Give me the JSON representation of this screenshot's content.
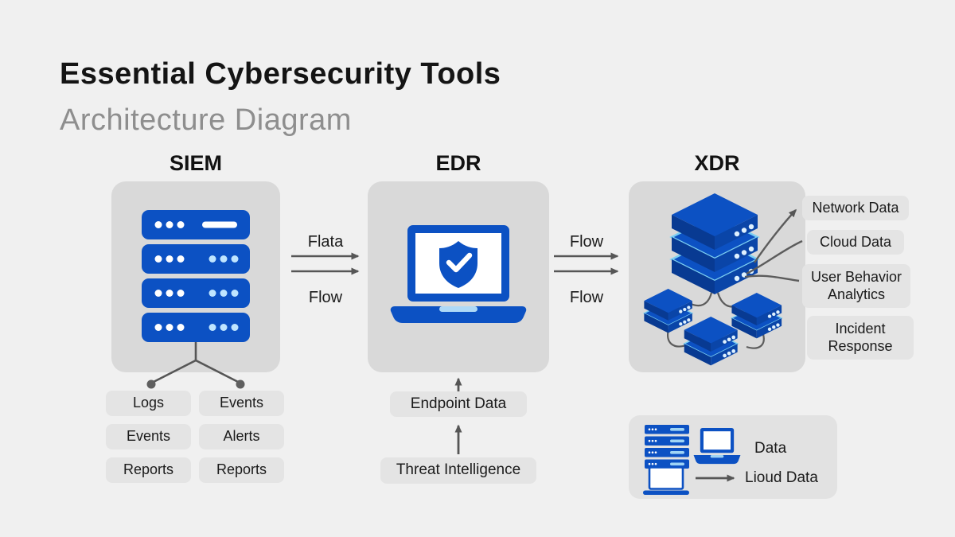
{
  "title": "Essential Cybersecurity Tools",
  "subtitle": "Architecture Diagram",
  "colors": {
    "accent_blue": "#0c51c3",
    "panel_gray": "#d9d9d9",
    "chip_gray": "#e4e4e4",
    "background": "#f0f0f0",
    "arrow_gray": "#565656",
    "subtitle_gray": "#8e8e8e"
  },
  "siem": {
    "header": "SIEM",
    "icon": "server-stack-icon",
    "outputs_left": [
      "Logs",
      "Events",
      "Reports"
    ],
    "outputs_right": [
      "Events",
      "Alerts",
      "Reports"
    ]
  },
  "flow_siem_to_edr": {
    "top_label": "Flata",
    "bottom_label": "Flow"
  },
  "edr": {
    "header": "EDR",
    "icon": "laptop-shield-icon",
    "inputs": [
      "Endpoint Data",
      "Threat Intelligence"
    ]
  },
  "flow_edr_to_xdr": {
    "top_label": "Flow",
    "bottom_label": "Flow"
  },
  "xdr": {
    "header": "XDR",
    "icon": "server-cluster-icon",
    "outputs": [
      "Network Data",
      "Cloud Data",
      "User Behavior Analytics",
      "Incident Response"
    ]
  },
  "legend": {
    "icons": [
      "server-stack-icon",
      "laptop-icon",
      "laptop-small-icon",
      "flow-arrow-icon"
    ],
    "row1_label": "Data",
    "row2_label": "Lioud Data"
  }
}
